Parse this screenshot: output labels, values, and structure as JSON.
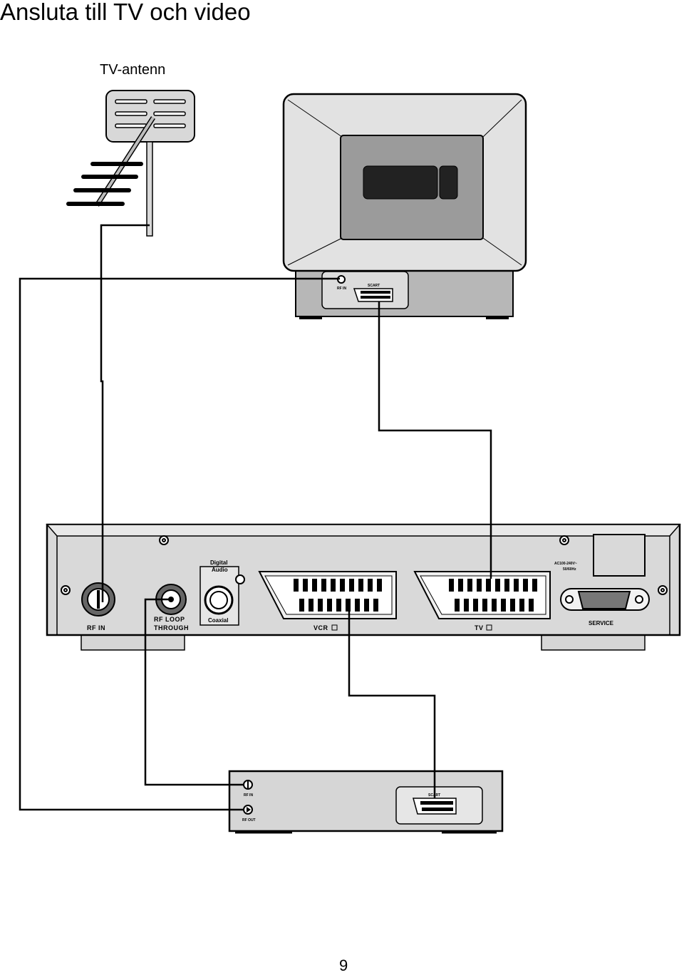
{
  "title": "Ansluta till TV och video",
  "page_number": "9",
  "antenna": {
    "label": "TV-antenn"
  },
  "tv": {
    "rf_in_label": "RF IN",
    "scart_label": "SCART"
  },
  "receiver": {
    "rf_in": "RF  IN",
    "rf_loop_line1": "RF  LOOP",
    "rf_loop_line2": "THROUGH",
    "digital_audio_line1": "Digital",
    "digital_audio_line2": "Audio",
    "coaxial": "Coaxial",
    "vcr_scart": "VCR",
    "tv_scart": "TV",
    "power_line1": "AC100-240V~",
    "power_line2": "50/60Hz",
    "service": "SERVICE"
  },
  "vcr": {
    "rf_in": "RF IN",
    "rf_out": "RF OUT",
    "scart_label": "SCART"
  }
}
